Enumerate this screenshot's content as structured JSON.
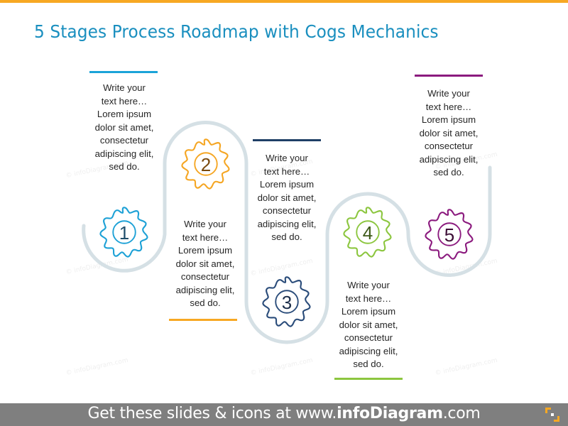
{
  "title": "5 Stages Process Roadmap with Cogs Mechanics",
  "colors": {
    "title": "#1A8FBF",
    "top_band": "#F7A823",
    "path": "#D5E0E5",
    "banner": "#7F7F7F"
  },
  "stages": [
    {
      "number": "1",
      "color": "#1DA1D6",
      "number_color": "#1F4E6B",
      "text": "Write your text here… Lorem ipsum dolor sit amet, consectetur adipiscing elit, sed do.",
      "lines": [
        "Write your",
        "text here…",
        "Lorem ipsum",
        "dolor sit amet,",
        "consectetur",
        "adipiscing elit,",
        "sed do."
      ]
    },
    {
      "number": "2",
      "color": "#F5A623",
      "number_color": "#7A4A0E",
      "text": "Write your text here… Lorem ipsum dolor sit amet, consectetur adipiscing elit, sed do.",
      "lines": [
        "Write your",
        "text here…",
        "Lorem ipsum",
        "dolor sit amet,",
        "consectetur",
        "adipiscing elit,",
        "sed do."
      ]
    },
    {
      "number": "3",
      "color": "#2A4C7A",
      "number_color": "#1C2E4A",
      "text": "Write your text here… Lorem ipsum dolor sit amet, consectetur adipiscing elit, sed do.",
      "lines": [
        "Write your",
        "text here…",
        "Lorem ipsum",
        "dolor sit amet,",
        "consectetur",
        "adipiscing elit,",
        "sed do."
      ]
    },
    {
      "number": "4",
      "color": "#8CC63F",
      "number_color": "#3E5A1A",
      "text": "Write your text here… Lorem ipsum dolor sit amet, consectetur adipiscing elit, sed do.",
      "lines": [
        "Write your",
        "text here…",
        "Lorem ipsum",
        "dolor sit amet,",
        "consectetur",
        "adipiscing elit,",
        "sed do."
      ]
    },
    {
      "number": "5",
      "color": "#8B1A7E",
      "number_color": "#3D0F37",
      "text": "Write your text here… Lorem ipsum dolor sit amet, consectetur adipiscing elit, sed do.",
      "lines": [
        "Write your",
        "text here…",
        "Lorem ipsum",
        "dolor sit amet,",
        "consectetur",
        "adipiscing elit,",
        "sed do."
      ]
    }
  ],
  "watermark": "© infoDiagram.com",
  "banner": {
    "prefix": "Get these slides & icons at www.",
    "brand": "infoDiagram",
    "suffix": ".com"
  }
}
